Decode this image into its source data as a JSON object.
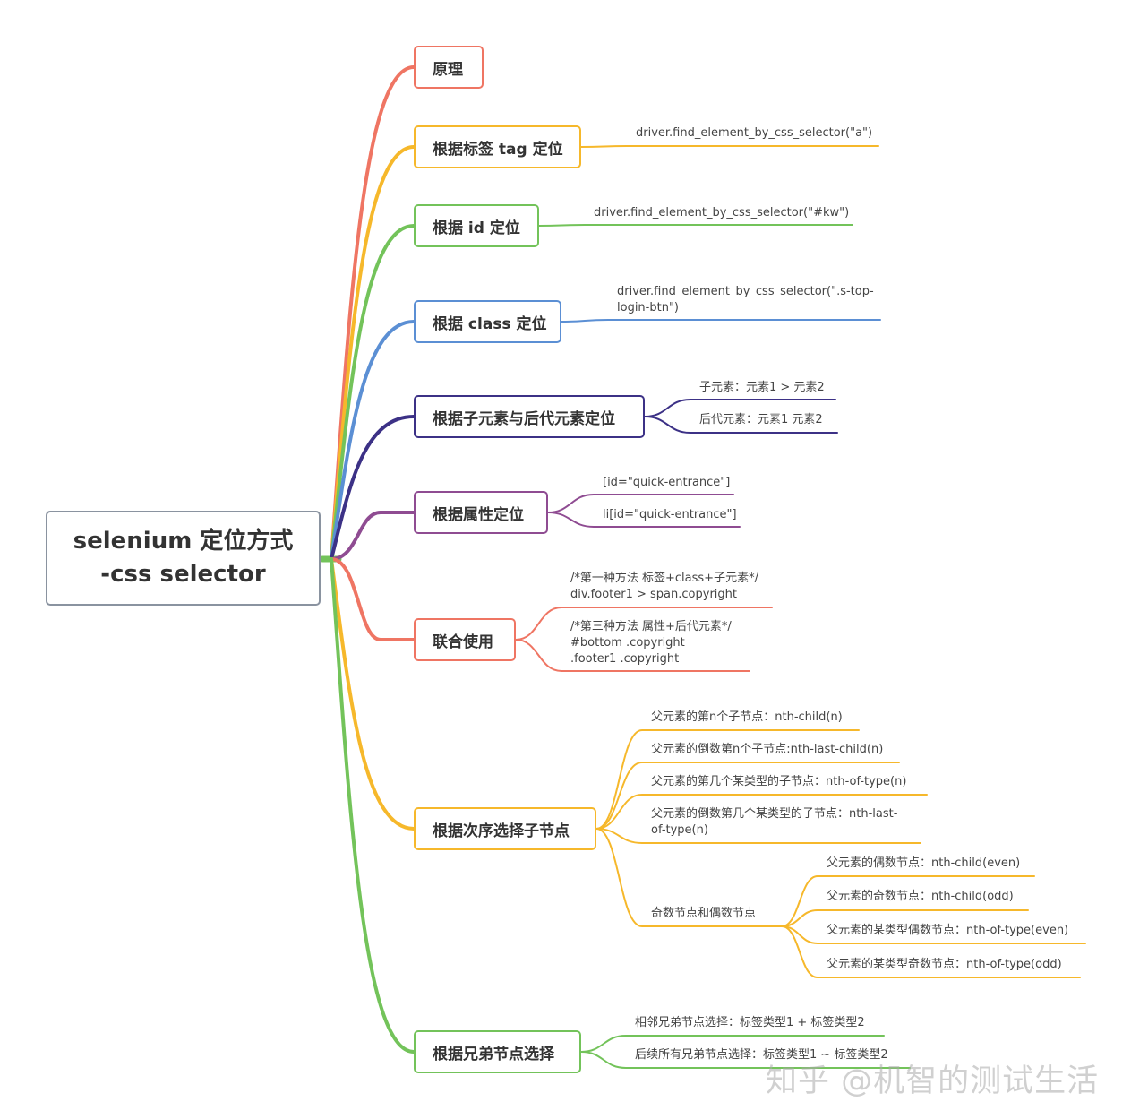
{
  "root": {
    "line1": "selenium 定位方式",
    "line2": "-css selector"
  },
  "colors": {
    "red": "#ef7563",
    "yellow": "#f6b82b",
    "green": "#73c35a",
    "blue": "#5b8fd4",
    "navy": "#3c3186",
    "purple": "#8f4c92",
    "root_border": "#8a93a0"
  },
  "topics": [
    {
      "id": "yuanli",
      "label": "原理",
      "color": "#ef7563",
      "leaves": []
    },
    {
      "id": "tag",
      "label": "根据标签 tag 定位",
      "color": "#f6b82b",
      "leaves": [
        {
          "text": "driver.find_element_by_css_selector(\"a\")"
        }
      ]
    },
    {
      "id": "id",
      "label": "根据 id 定位",
      "color": "#73c35a",
      "leaves": [
        {
          "text": "driver.find_element_by_css_selector(\"#kw\")"
        }
      ]
    },
    {
      "id": "class",
      "label": "根据 class 定位",
      "color": "#5b8fd4",
      "leaves": [
        {
          "text": "driver.find_element_by_css_selector(\".s-top-\nlogin-btn\")"
        }
      ]
    },
    {
      "id": "child",
      "label": "根据子元素与后代元素定位",
      "color": "#3c3186",
      "leaves": [
        {
          "text": "子元素：元素1 > 元素2"
        },
        {
          "text": "后代元素：元素1 元素2"
        }
      ]
    },
    {
      "id": "attr",
      "label": "根据属性定位",
      "color": "#8f4c92",
      "leaves": [
        {
          "text": "[id=\"quick-entrance\"]"
        },
        {
          "text": "li[id=\"quick-entrance\"]"
        }
      ]
    },
    {
      "id": "combine",
      "label": "联合使用",
      "color": "#ef7563",
      "leaves": [
        {
          "text": "/*第一种方法 标签+class+子元素*/\ndiv.footer1 > span.copyright"
        },
        {
          "text": "/*第三种方法 属性+后代元素*/\n#bottom .copyright\n.footer1 .copyright"
        }
      ]
    },
    {
      "id": "order",
      "label": "根据次序选择子节点",
      "color": "#f6b82b",
      "leaves": [
        {
          "text": "父元素的第n个子节点：nth-child(n)"
        },
        {
          "text": "父元素的倒数第n个子节点:nth-last-child(n)"
        },
        {
          "text": "父元素的第几个某类型的子节点：nth-of-type(n)"
        },
        {
          "text": "父元素的倒数第几个某类型的子节点：nth-last-\nof-type(n)"
        },
        {
          "text": "奇数节点和偶数节点",
          "children": [
            {
              "text": "父元素的偶数节点：nth-child(even)"
            },
            {
              "text": "父元素的奇数节点：nth-child(odd)"
            },
            {
              "text": "父元素的某类型偶数节点：nth-of-type(even)"
            },
            {
              "text": "父元素的某类型奇数节点：nth-of-type(odd)"
            }
          ]
        }
      ]
    },
    {
      "id": "sibling",
      "label": "根据兄弟节点选择",
      "color": "#73c35a",
      "leaves": [
        {
          "text": "相邻兄弟节点选择：标签类型1 + 标签类型2"
        },
        {
          "text": "后续所有兄弟节点选择：标签类型1 ~ 标签类型2"
        }
      ]
    }
  ],
  "watermark": "知乎 @机智的测试生活"
}
